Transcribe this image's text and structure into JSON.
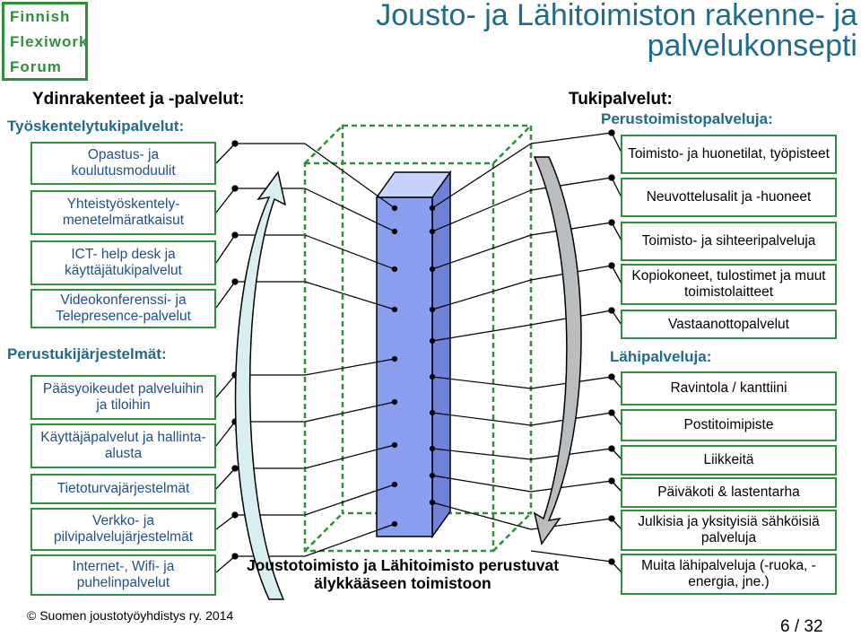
{
  "logo": {
    "line1": "Finnish",
    "line2": "Flexiwork",
    "line3": "Forum"
  },
  "title": {
    "line1": "Jousto- ja Lähitoimiston rakenne- ja",
    "line2": "palvelukonsepti"
  },
  "left": {
    "header": "Ydinrakenteet ja -palvelut:",
    "work_support_header": "Työskentelytukipalvelut:",
    "work_support_items": [
      "Opastus- ja koulutusmoduulit",
      "Yhteistyöskentely-menetelmäratkaisut",
      "ICT- help desk ja käyttäjätukipalvelut",
      "Videokonferenssi- ja Telepresence-palvelut"
    ],
    "infra_header": "Perustukijärjestelmät:",
    "infra_items": [
      "Pääsyoikeudet palveluihin ja tiloihin",
      "Käyttäjäpalvelut ja hallinta-alusta",
      "Tietoturvajärjestelmät",
      "Verkko- ja pilvipalvelujärjestelmät",
      "Internet-, Wifi- ja puhelinpalvelut"
    ]
  },
  "center": {
    "caption": "Joustotoimisto ja Lähitoimisto perustuvat älykkääseen toimistoon"
  },
  "right": {
    "header": "Tukipalvelut:",
    "office_header": "Perustoimistopalveluja:",
    "office_items": [
      "Toimisto- ja huonetilat, työpisteet",
      "Neuvottelusalit ja -huoneet",
      "Toimisto- ja sihteeripalveluja",
      "Kopiokoneet, tulostimet ja muut toimistolaitteet",
      "Vastaanottopalvelut"
    ],
    "local_header": "Lähipalveluja:",
    "local_items": [
      "Ravintola / kanttiini",
      "Postitoimipiste",
      "Liikkeitä",
      "Päiväkoti & lastentarha",
      "Julkisia ja yksityisiä sähköisiä palveluja",
      "Muita lähipalveluja (-ruoka, -energia, jne.)"
    ]
  },
  "footer": {
    "copyright": "© Suomen joustotyöyhdistys ry. 2014",
    "page": "6 / 32"
  },
  "colors": {
    "green": "#2f8f3a",
    "teal": "#1f6b8a",
    "blue_text": "#1f4f8f",
    "pillar": "#8a9ef0"
  }
}
